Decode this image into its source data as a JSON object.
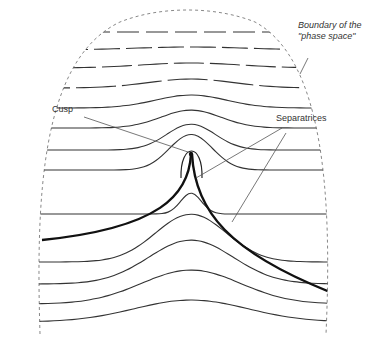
{
  "diagram": {
    "labels": [
      "Boundary of the \"phase space\"",
      "Cusp",
      "Separatrices"
    ]
  }
}
